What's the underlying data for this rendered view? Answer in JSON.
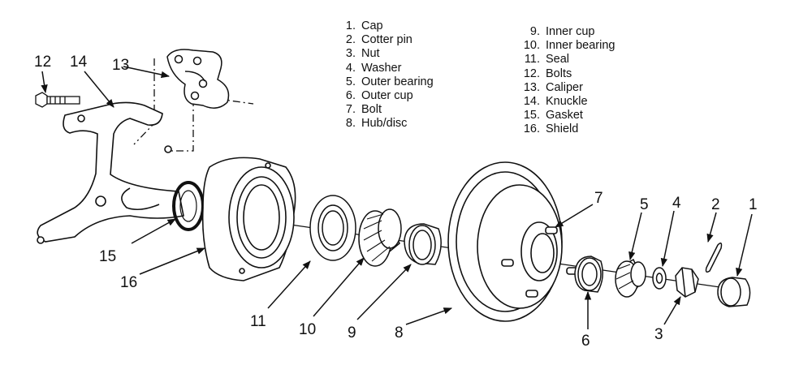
{
  "legend": [
    {
      "num": "1.",
      "text": "Cap"
    },
    {
      "num": "2.",
      "text": "Cotter pin"
    },
    {
      "num": "3.",
      "text": "Nut"
    },
    {
      "num": "4.",
      "text": "Washer"
    },
    {
      "num": "5.",
      "text": "Outer bearing"
    },
    {
      "num": "6.",
      "text": "Outer cup"
    },
    {
      "num": "7.",
      "text": "Bolt"
    },
    {
      "num": "8.",
      "text": "Hub/disc"
    },
    {
      "num": "9.",
      "text": "Inner cup"
    },
    {
      "num": "10.",
      "text": "Inner bearing"
    },
    {
      "num": "11.",
      "text": "Seal"
    },
    {
      "num": "12.",
      "text": "Bolts"
    },
    {
      "num": "13.",
      "text": "Caliper"
    },
    {
      "num": "14.",
      "text": "Knuckle"
    },
    {
      "num": "15.",
      "text": "Gasket"
    },
    {
      "num": "16.",
      "text": "Shield"
    }
  ],
  "callouts": {
    "c1": "1",
    "c2": "2",
    "c3": "3",
    "c4": "4",
    "c5": "5",
    "c6": "6",
    "c7": "7",
    "c8": "8",
    "c9": "9",
    "c10": "10",
    "c11": "11",
    "c12": "12",
    "c13": "13",
    "c14": "14",
    "c15": "15",
    "c16": "16"
  },
  "colors": {
    "ink": "#111111",
    "paper": "#ffffff"
  }
}
